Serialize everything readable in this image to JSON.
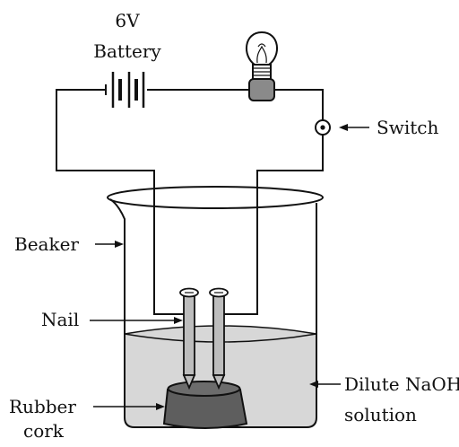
{
  "labels": {
    "battery_voltage": "6V",
    "battery": "Battery",
    "switch": "Switch",
    "beaker": "Beaker",
    "nail": "Nail",
    "solution_line1": "Dilute NaOH",
    "solution_line2": "solution",
    "cork_line1": "Rubber",
    "cork_line2": "cork"
  },
  "colors": {
    "line": "#111111",
    "solution": "#d7d7d7",
    "cork": "#5e5e5e",
    "bulb_base": "#8a8a8a",
    "nail": "#bdbdbd"
  }
}
